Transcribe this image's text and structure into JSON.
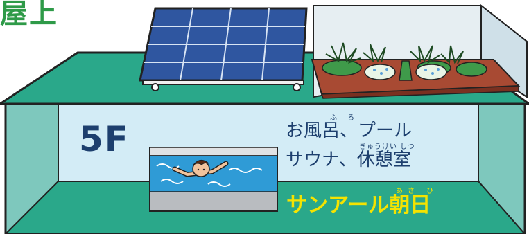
{
  "rooftop_label": "屋上",
  "floor_label": "5F",
  "facilities": {
    "line1": "お風呂、プール",
    "line2": "サウナ、休憩室",
    "ruby_furo": "ふ ろ",
    "ruby_kyukeishitsu": "きゅうけい しつ"
  },
  "brand": {
    "name": "サンアール朝日",
    "ruby_asahi": "あさ ひ"
  },
  "colors": {
    "teal": "#2aa88a",
    "wall": "#d3ecf6",
    "green_text": "#2e9a48",
    "navy_text": "#1d3f6e",
    "yellow_text": "#f5e300",
    "solar_blue": "#3e6bb4",
    "planter_brown": "#a84a33"
  },
  "icons": [
    "solar-panel-icon",
    "rooftop-garden-icon",
    "swimmer-icon",
    "pool-icon"
  ]
}
